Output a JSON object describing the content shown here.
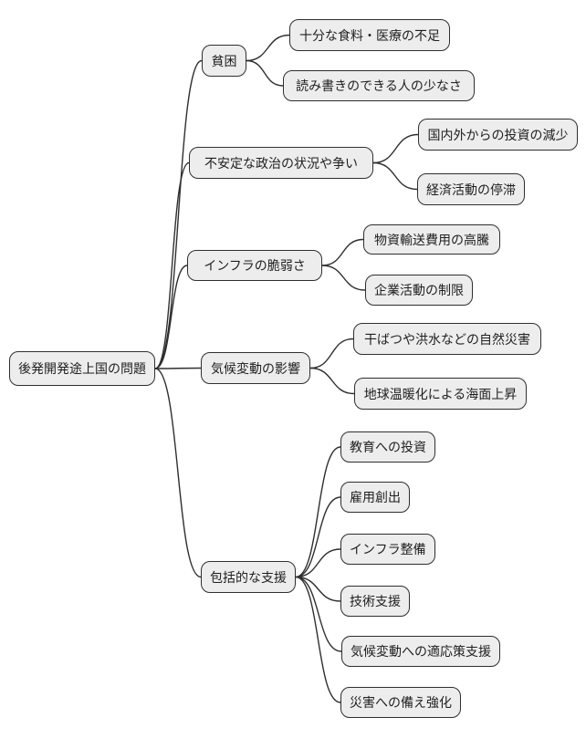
{
  "style": {
    "background": "#ffffff",
    "node_fill": "#ededed",
    "node_border": "#2f2f2f",
    "edge_color": "#2f2f2f",
    "text_color": "#1f1f1f"
  },
  "map": {
    "root": {
      "label": "後発開発途上国の問題"
    },
    "branches": [
      {
        "label": "貧困",
        "children": [
          {
            "label": "十分な食料・医療の不足"
          },
          {
            "label": "読み書きのできる人の少なさ"
          }
        ]
      },
      {
        "label": "不安定な政治の状況や争い",
        "children": [
          {
            "label": "国内外からの投資の減少"
          },
          {
            "label": "経済活動の停滞"
          }
        ]
      },
      {
        "label": "インフラの脆弱さ",
        "children": [
          {
            "label": "物資輸送費用の高騰"
          },
          {
            "label": "企業活動の制限"
          }
        ]
      },
      {
        "label": "気候変動の影響",
        "children": [
          {
            "label": "干ばつや洪水などの自然災害"
          },
          {
            "label": "地球温暖化による海面上昇"
          }
        ]
      },
      {
        "label": "包括的な支援",
        "children": [
          {
            "label": "教育への投資"
          },
          {
            "label": "雇用創出"
          },
          {
            "label": "インフラ整備"
          },
          {
            "label": "技術支援"
          },
          {
            "label": "気候変動への適応策支援"
          },
          {
            "label": "災害への備え強化"
          }
        ]
      }
    ]
  }
}
